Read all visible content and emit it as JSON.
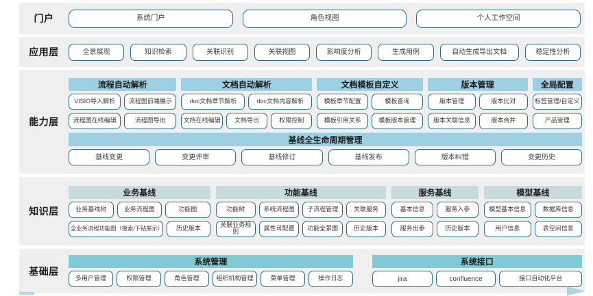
{
  "colors": {
    "band_bg": "#efefef",
    "pill_border": "#2f6b86",
    "head_blue": "#9ed0e2",
    "head_grayblue": "#c7dade",
    "head_teal": "#81c9d4",
    "page_bg": "#ffffff"
  },
  "rows": [
    {
      "label": "门户",
      "items": [
        "系统门户",
        "角色视图",
        "个人工作空间"
      ]
    },
    {
      "label": "应用层",
      "items": [
        "全景展现",
        "知识检索",
        "关联识别",
        "关联视图",
        "影响度分析",
        "生成用例",
        "自动生成导出文档",
        "稳定性分析"
      ]
    },
    {
      "label": "能力层",
      "groups": [
        {
          "title": "流程自动解析",
          "rows": [
            [
              "VISIO导入解析",
              "流程图前端展示"
            ],
            [
              "流程图在线编辑",
              "流程图导出"
            ]
          ]
        },
        {
          "title": "文档自动解析",
          "rows": [
            [
              "doc文档章节解析",
              "doc文档内容解析"
            ],
            [
              "文档在线编辑",
              "文档导出",
              "权限控制"
            ]
          ]
        },
        {
          "title": "文档模板自定义",
          "rows": [
            [
              "模板章节配置",
              "模板查询"
            ],
            [
              "模板引用关系",
              "模板版本管理"
            ]
          ]
        },
        {
          "title": "版本管理",
          "rows": [
            [
              "版本管理",
              "版本比对"
            ],
            [
              "版本关联信息",
              "版本合并"
            ]
          ]
        },
        {
          "title": "全局配置",
          "rows": [
            [
              "标签管理/自定义"
            ],
            [
              "产品管理"
            ]
          ]
        }
      ],
      "baseline": {
        "title": "基线全生命周期管理",
        "items": [
          "基线变更",
          "变更评审",
          "基线修订",
          "基线发布",
          "版本纠错",
          "变更历史"
        ]
      }
    },
    {
      "label": "知识层",
      "groups": [
        {
          "title": "业务基线",
          "rows": [
            [
              "业务基线树",
              "业务流程图",
              "功能图"
            ],
            [
              "全业务流程功能图（搜索/下钻展示）",
              "历史版本"
            ]
          ]
        },
        {
          "title": "功能基线",
          "rows": [
            [
              "功能树",
              "系统流程图",
              "子流程管理",
              "关联服务"
            ],
            [
              "关联业务规则",
              "属性可配置",
              "功能全景图",
              "历史版本"
            ]
          ]
        },
        {
          "title": "服务基线",
          "rows": [
            [
              "基本信息",
              "服务入参"
            ],
            [
              "服务出参",
              "历史版本"
            ]
          ]
        },
        {
          "title": "模型基线",
          "rows": [
            [
              "模型基本信息",
              "数据库信息"
            ],
            [
              "用户信息",
              "表空间信息"
            ]
          ]
        }
      ]
    },
    {
      "label": "基础层",
      "groups": [
        {
          "title": "系统管理",
          "rows": [
            [
              "多用户管理",
              "权限管理",
              "角色管理",
              "组织机构管理",
              "菜单管理",
              "操作日志"
            ]
          ]
        },
        {
          "title": "系统接口",
          "rows": [
            [
              "jira",
              "confluence",
              "接口自动化平台"
            ]
          ]
        }
      ]
    }
  ]
}
